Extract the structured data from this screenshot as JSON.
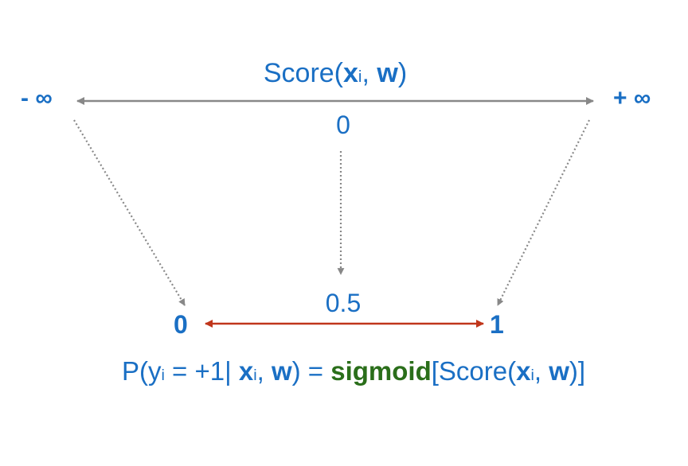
{
  "score_label": {
    "prefix": "Score(",
    "x": "x",
    "x_sub": "i",
    "sep": ", ",
    "w": "w",
    "suffix": ")"
  },
  "neg_infinity": "- ∞",
  "pos_infinity": "+ ∞",
  "score_zero": "0",
  "prob_half": "0.5",
  "prob_zero": "0",
  "prob_one": "1",
  "formula": {
    "p_open": "P(y",
    "y_sub": "i",
    "eq_cond": " = +1| ",
    "x": "x",
    "x_sub": "i",
    "sep": ", ",
    "w": "w",
    "eq": ") = ",
    "sigmoid": "sigmoid",
    "score_open": "[Score(",
    "x2": "x",
    "x2_sub": "i",
    "sep2": ", ",
    "w2": "w",
    "close": ")]"
  },
  "colors": {
    "text_blue": "#1a6fc4",
    "sigmoid_green": "#2a6e1a",
    "score_arrow_gray": "#888888",
    "prob_arrow_red": "#c0361b"
  }
}
